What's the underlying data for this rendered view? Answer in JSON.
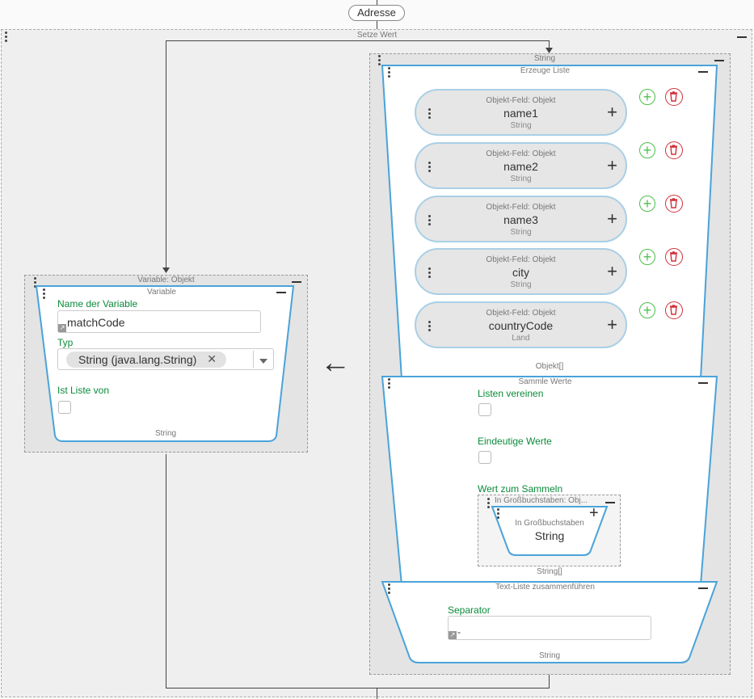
{
  "top_node": "Adresse",
  "setze_wert": {
    "title": "Setze Wert"
  },
  "variable_block": {
    "outer_title": "Variable: Objekt",
    "inner_title": "Variable",
    "name_label": "Name der Variable",
    "name_value": "matchCode",
    "type_label": "Typ",
    "type_value": "String (java.lang.String)",
    "list_label": "Ist Liste von",
    "footer": "String"
  },
  "arrow": "←",
  "string_block": {
    "title": "String"
  },
  "erzeuge_liste": {
    "title": "Erzeuge Liste",
    "footer": "Objekt[]",
    "items": [
      {
        "kind": "Objekt-Feld: Objekt",
        "name": "name1",
        "type": "String"
      },
      {
        "kind": "Objekt-Feld: Objekt",
        "name": "name2",
        "type": "String"
      },
      {
        "kind": "Objekt-Feld: Objekt",
        "name": "name3",
        "type": "String"
      },
      {
        "kind": "Objekt-Feld: Objekt",
        "name": "city",
        "type": "String"
      },
      {
        "kind": "Objekt-Feld: Objekt",
        "name": "countryCode",
        "type": "Land"
      }
    ]
  },
  "sammle_werte": {
    "title": "Sammle Werte",
    "listen_vereinen": "Listen vereinen",
    "eindeutige_werte": "Eindeutige Werte",
    "wert_zum_sammeln": "Wert zum Sammeln",
    "gross_outer": "In Großbuchstaben: Obj...",
    "gross_inner": "In Großbuchstaben",
    "gross_type": "String",
    "footer": "String[]"
  },
  "text_liste": {
    "title": "Text-Liste zusammenführen",
    "separator_label": "Separator",
    "separator_value": "-",
    "footer": "String"
  },
  "colors": {
    "accent": "#4aa3d9",
    "green_label": "#0b8a3a",
    "add": "#4cc04c",
    "delete": "#d0303a"
  }
}
